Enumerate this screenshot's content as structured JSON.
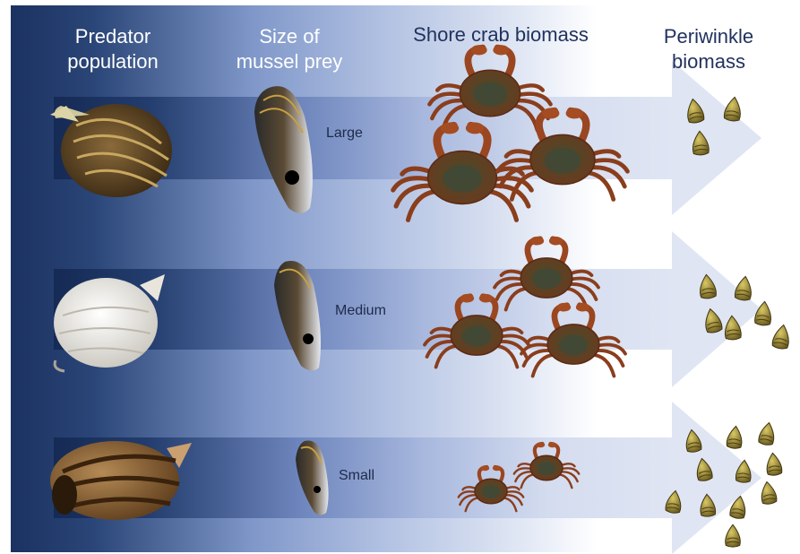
{
  "headers": {
    "predator_line1": "Predator",
    "predator_line2": "population",
    "mussel_line1": "Size of",
    "mussel_line2": "mussel prey",
    "crab": "Shore crab biomass",
    "periwinkle_line1": "Periwinkle",
    "periwinkle_line2": "biomass"
  },
  "rows": [
    {
      "size_label": "Large",
      "crab_count": 3,
      "periwinkle_count": 3
    },
    {
      "size_label": "Medium",
      "crab_count": 3,
      "periwinkle_count": 6
    },
    {
      "size_label": "Small",
      "crab_count": 2,
      "periwinkle_count": 11
    }
  ],
  "colors": {
    "background_left": "#1b3261",
    "background_right": "#ffffff",
    "arrow": "#c9d3ea",
    "header_dark": "#22325e"
  }
}
